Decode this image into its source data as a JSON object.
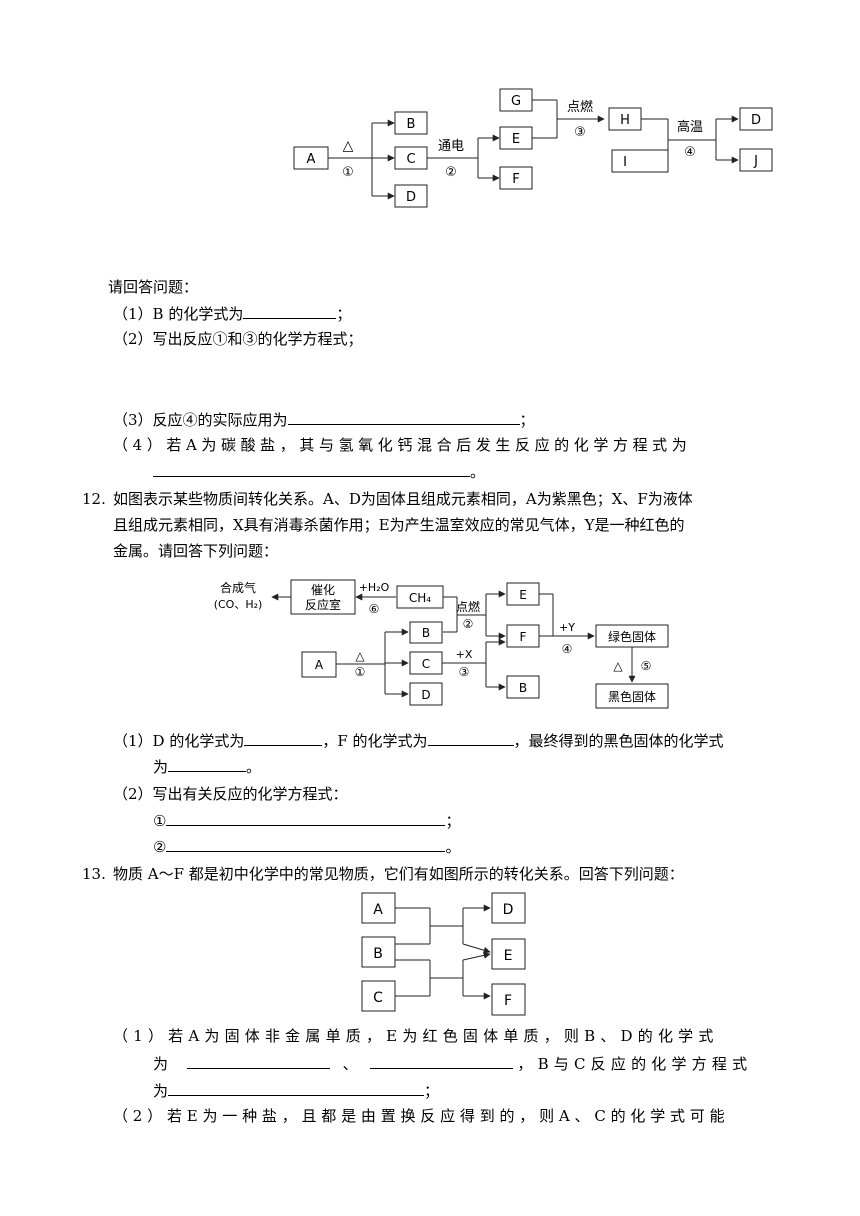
{
  "diagram1": {
    "nodes": {
      "A": "A",
      "B": "B",
      "C": "C",
      "D": "D",
      "E": "E",
      "F": "F",
      "G": "G",
      "H": "H",
      "I": "I",
      "D2": "D",
      "J": "J"
    },
    "labels": {
      "heat": "△",
      "r1": "①",
      "elec": "通电",
      "r2": "②",
      "ignite": "点燃",
      "r3": "③",
      "hightemp": "高温",
      "r4": "④"
    }
  },
  "q11": {
    "intro": "请回答问题：",
    "p1_pre": "（1）B 的化学式为",
    "p1_post": "；",
    "p2": "（2）写出反应①和③的化学方程式；",
    "p3_pre": "（3）反应④的实际应用为",
    "p3_post": "；",
    "p4_line1": "（4）若A为碳酸盐，其与氢氧化钙混合后发生反应的化学方程式为",
    "p4_post": "。"
  },
  "q12": {
    "num": "12.",
    "line1": "如图表示某些物质间转化关系。A、D为固体且组成元素相同，A为紫黑色；X、F为液体",
    "line2": "且组成元素相同，X具有消毒杀菌作用；E为产生温室效应的常见气体，Y是一种红色的",
    "line3": "金属。请回答下列问题：",
    "p1_a": "（1）D 的化学式为",
    "p1_b": "，F 的化学式为",
    "p1_c": "，最终得到的黑色固体的化学式",
    "p1_d": "为",
    "p1_e": "。",
    "p2": "（2）写出有关反应的化学方程式：",
    "eq1": "①",
    "eq1_post": "；",
    "eq2": "②",
    "eq2_post": "。"
  },
  "diagram2": {
    "syngas": "合成气",
    "syngas_comp": "(CO、H₂)",
    "reactor_l1": "催化",
    "reactor_l2": "反应室",
    "water": "+H₂O",
    "r6": "⑥",
    "ch4": "CH₄",
    "ignite": "点燃",
    "r2": "②",
    "nodes": {
      "A": "A",
      "B": "B",
      "C": "C",
      "D": "D",
      "E": "E",
      "F": "F",
      "B2": "B"
    },
    "heat": "△",
    "r1": "①",
    "plusX": "+X",
    "r3": "③",
    "plusY": "+Y",
    "r4": "④",
    "green": "绿色固体",
    "heat2": "△",
    "r5": "⑤",
    "black": "黑色固体"
  },
  "q13": {
    "num": "13.",
    "line1": "物质 A～F 都是初中化学中的常见物质，它们有如图所示的转化关系。回答下列问题：",
    "p1_line1": "（1）若A为固体非金属单质，E为红色固体单质，则B、D的化学式",
    "p1_line2_a": "为",
    "p1_line2_b": "、",
    "p1_line2_c": "，B与C反应的化学方程式",
    "p1_line3_a": "为",
    "p1_line3_b": "；",
    "p2_line1": "（2）若E为一种盐，且都是由置换反应得到的，则A、C的化学式可能"
  },
  "diagram3": {
    "nodes": {
      "A": "A",
      "B": "B",
      "C": "C",
      "D": "D",
      "E": "E",
      "F": "F"
    }
  }
}
